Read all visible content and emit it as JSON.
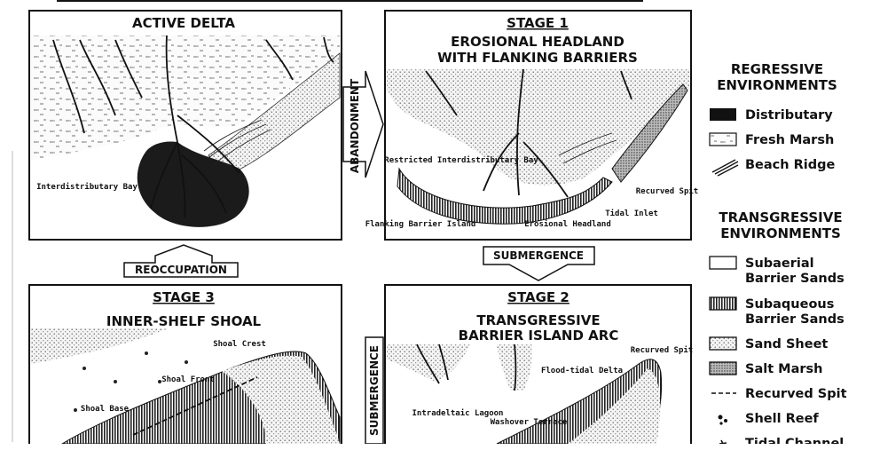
{
  "panels": {
    "active": {
      "title": "ACTIVE DELTA",
      "bay_label": "Interdistributary Bay"
    },
    "stage1": {
      "title": "STAGE 1",
      "subtitle_1": "EROSIONAL HEADLAND",
      "subtitle_2": "WITH FLANKING BARRIERS",
      "restricted_label": "Restricted Interdistributary Bay",
      "flanking_label": "Flanking Barrier Island",
      "erosional_label": "Erosional Headland",
      "tidal_inlet_label": "Tidal Inlet",
      "recurved_spit_label": "Recurved Spit"
    },
    "stage2": {
      "title": "STAGE 2",
      "subtitle_1": "TRANSGRESSIVE",
      "subtitle_2": "BARRIER ISLAND ARC",
      "flood_tidal_label": "Flood-tidal Delta",
      "recurved_spit_label": "Recurved Spit",
      "intradeltaic_label": "Intradeltaic Lagoon",
      "washover_label": "Washover Terrace"
    },
    "stage3": {
      "title": "STAGE 3",
      "subtitle": "INNER-SHELF SHOAL",
      "shoal_crest_label": "Shoal Crest",
      "shoal_front_label": "Shoal Front",
      "shoal_base_label": "Shoal Base"
    }
  },
  "arrows": {
    "abandonment": "ABANDONMENT",
    "submergence_h": "SUBMERGENCE",
    "submergence_v": "SUBMERGENCE",
    "reoccupation": "REOCCUPATION"
  },
  "legend": {
    "regressive_title_1": "REGRESSIVE",
    "regressive_title_2": "ENVIRONMENTS",
    "distributary": "Distributary",
    "fresh_marsh": "Fresh Marsh",
    "beach_ridge": "Beach Ridge",
    "transgressive_title_1": "TRANSGRESSIVE",
    "transgressive_title_2": "ENVIRONMENTS",
    "subaerial_1": "Subaerial",
    "subaerial_2": "Barrier Sands",
    "subaqueous_1": "Subaqueous",
    "subaqueous_2": "Barrier Sands",
    "sand_sheet": "Sand Sheet",
    "salt_marsh": "Salt Marsh",
    "recurved_spit": "Recurved Spit",
    "shell_reef": "Shell Reef",
    "tidal_channel": "Tidal Channel"
  }
}
